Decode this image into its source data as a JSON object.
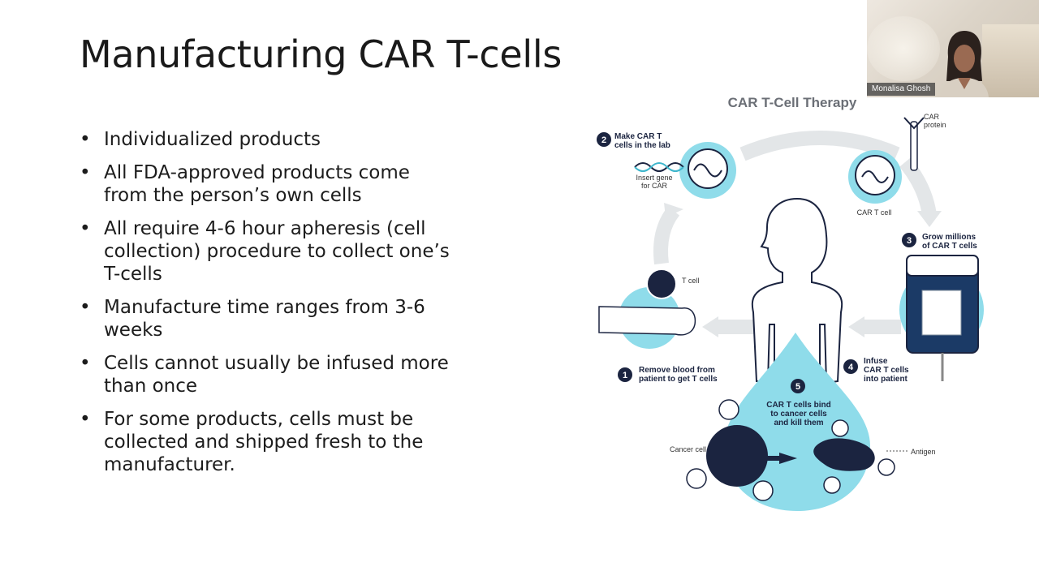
{
  "slide": {
    "title": "Manufacturing CAR T-cells",
    "bullet_marker": "•",
    "bullets": [
      "Individualized products",
      "All FDA-approved products come from the person’s own cells",
      "All require 4-6 hour apheresis (cell collection) procedure to collect one’s T-cells",
      "Manufacture time ranges from 3-6 weeks",
      "Cells cannot usually be infused more than once",
      "For some products, cells must be collected and shipped fresh to the manufacturer."
    ]
  },
  "video": {
    "participant_name": "Monalisa Ghosh"
  },
  "diagram": {
    "title": "CAR T-Cell Therapy",
    "steps": [
      {
        "num": "1",
        "line1": "Remove blood from",
        "line2": "patient to get T cells"
      },
      {
        "num": "2",
        "line1": "Make CAR T",
        "line2": "cells in the lab"
      },
      {
        "num": "3",
        "line1": "Grow millions",
        "line2": "of CAR T cells"
      },
      {
        "num": "4",
        "line1": "Infuse",
        "line2": "CAR T cells",
        "line3": "into patient"
      },
      {
        "num": "5",
        "line1": "CAR T cells bind",
        "line2": "to cancer cells",
        "line3": "and kill them"
      }
    ],
    "labels": {
      "insert_gene_1": "Insert gene",
      "insert_gene_2": "for CAR",
      "car_protein_1": "CAR",
      "car_protein_2": "protein",
      "car_t_cell": "CAR T cell",
      "t_cell": "T cell",
      "cancer_cell": "Cancer cell",
      "antigen": "Antigen"
    },
    "colors": {
      "cyan": "#8fdcea",
      "navy": "#1b2440",
      "arrow": "#e3e6e8"
    }
  }
}
